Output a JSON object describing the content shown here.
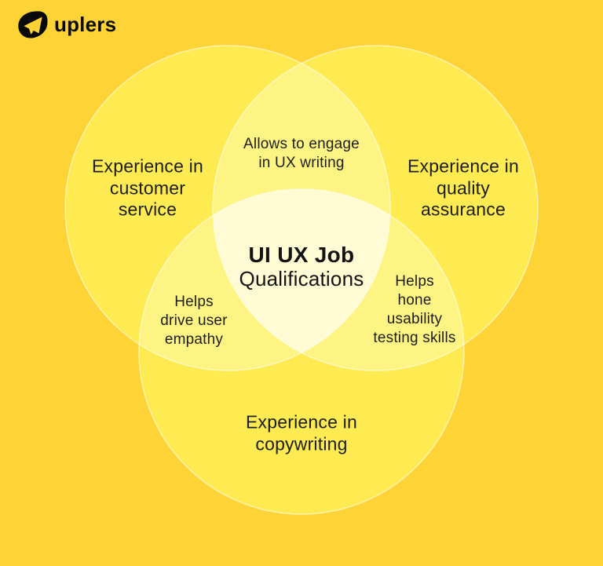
{
  "logo": {
    "text": "uplers",
    "icon": "send-plane-icon"
  },
  "diagram": {
    "type": "venn",
    "title_line1": "UI UX Job",
    "title_line2": "Qualifications",
    "sets": [
      {
        "id": "customer-service",
        "label": "Experience in\ncustomer\nservice"
      },
      {
        "id": "quality-assurance",
        "label": "Experience in\nquality\nassurance"
      },
      {
        "id": "copywriting",
        "label": "Experience in\ncopywriting"
      }
    ],
    "intersections": [
      {
        "id": "customer-service-quality-assurance",
        "label": "Allows to engage\nin UX writing"
      },
      {
        "id": "customer-service-copywriting",
        "label": "Helps\ndrive user\nempathy"
      },
      {
        "id": "quality-assurance-copywriting",
        "label": "Helps\nhone\nusability\ntesting skills"
      }
    ]
  },
  "colors": {
    "background": "#FDD335",
    "circle": "#FDEB51",
    "overlap_two": "#FEF483",
    "overlap_three": "#FFFBD4",
    "circle_outline": "rgba(255,255,255,0.55)",
    "text": "#1D1D1B",
    "logo": "#0A0A0A"
  }
}
